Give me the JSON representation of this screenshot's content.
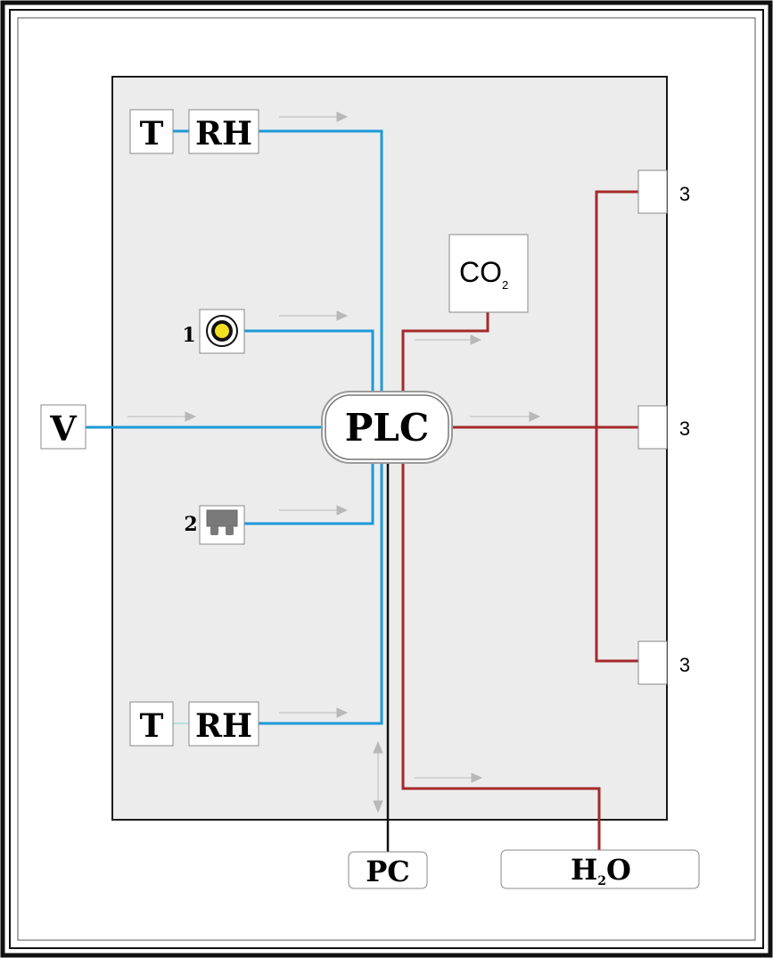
{
  "title": "",
  "nodes": {
    "t_top": "T",
    "rh_top": "RH",
    "t_bottom": "T",
    "rh_bottom": "RH",
    "v": "V",
    "plc": "PLC",
    "co2_main": "CO",
    "co2_sub": "2",
    "pc": "PC",
    "h2o_h": "H",
    "h2o_sub": "2",
    "h2o_o": "O",
    "sensor_1": "1",
    "sensor_2": "2",
    "actuator_top": "3",
    "actuator_mid": "3",
    "actuator_bottom": "3"
  },
  "colors": {
    "sensor_line": "#1d9ad6",
    "actuator_line": "#a52a2a",
    "pc_line": "#111111",
    "arrow": "#b8b8b8",
    "chamber_fill": "#ececed",
    "light_fill": "#f2e020"
  }
}
